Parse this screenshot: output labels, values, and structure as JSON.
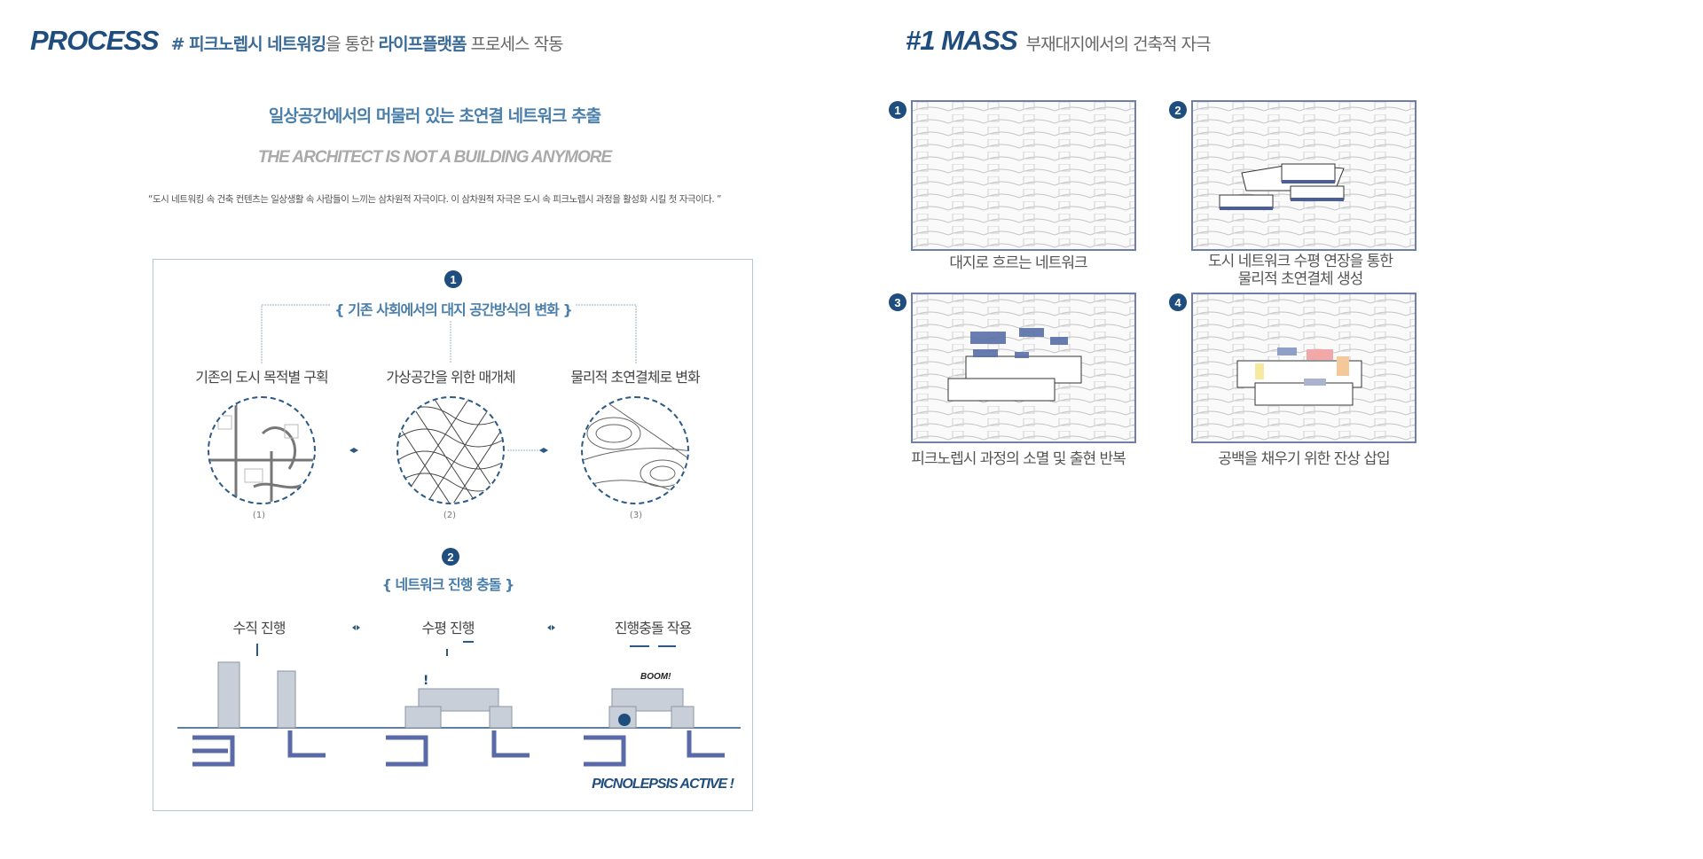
{
  "process": {
    "title": "PROCESS",
    "subtitle": {
      "hash": "# 피크노렙시 네트워킹",
      "mid": "을 통한 ",
      "platform": "라이프플랫폼",
      "end": " 프로세스 작동"
    },
    "headline": "일상공간에서의 머물러 있는 초연결 네트워크 추출",
    "slogan": "THE ARCHITECT IS NOT A BUILDING ANYMORE",
    "quote": "“도시 네트워킹 속 건축 컨텐츠는 일상생활 속 사람들이 느끼는 삼차원적 자극이다. 이 삼차원적 자극은 도시 속 피크노렙시 과정을 활성화 시킬 첫 자극이다. ”",
    "diagram": {
      "step1": {
        "badge": "1",
        "heading": "{ 기존 사회에서의 대지 공간방식의 변화 }",
        "items": [
          {
            "label": "기존의 도시 목적별 구획",
            "num": "(1)"
          },
          {
            "label": "가상공간을 위한 매개체",
            "num": "(2)"
          },
          {
            "label": "물리적 초연결체로 변화",
            "num": "(3)"
          }
        ]
      },
      "step2": {
        "badge": "2",
        "heading": "{ 네트워크 진행 충돌 }",
        "items": [
          {
            "label": "수직 진행"
          },
          {
            "label": "수평 진행"
          },
          {
            "label": "진행충돌 작용"
          }
        ],
        "boom": "BOOM!",
        "exclaim": "!"
      },
      "footer": "PICNOLEPSIS ACTIVE !"
    }
  },
  "mass": {
    "title": "#1 MASS",
    "subtitle": "부재대지에서의 건축적 자극",
    "panels": [
      {
        "badge": "1",
        "caption": [
          "대지로 흐르는 네트워크"
        ]
      },
      {
        "badge": "2",
        "caption": [
          "도시 네트워크 수평 연장을 통한",
          "물리적 초연결체 생성"
        ]
      },
      {
        "badge": "3",
        "caption": [
          "피크노렙시 과정의 소멸 및 출현 반복"
        ]
      },
      {
        "badge": "4",
        "caption": [
          "공백을 채우기 위한 잔상 삽입"
        ]
      }
    ]
  },
  "colors": {
    "accent": "#1f4e7e",
    "heading": "#4a7fab",
    "mass": "#4a5f99"
  }
}
